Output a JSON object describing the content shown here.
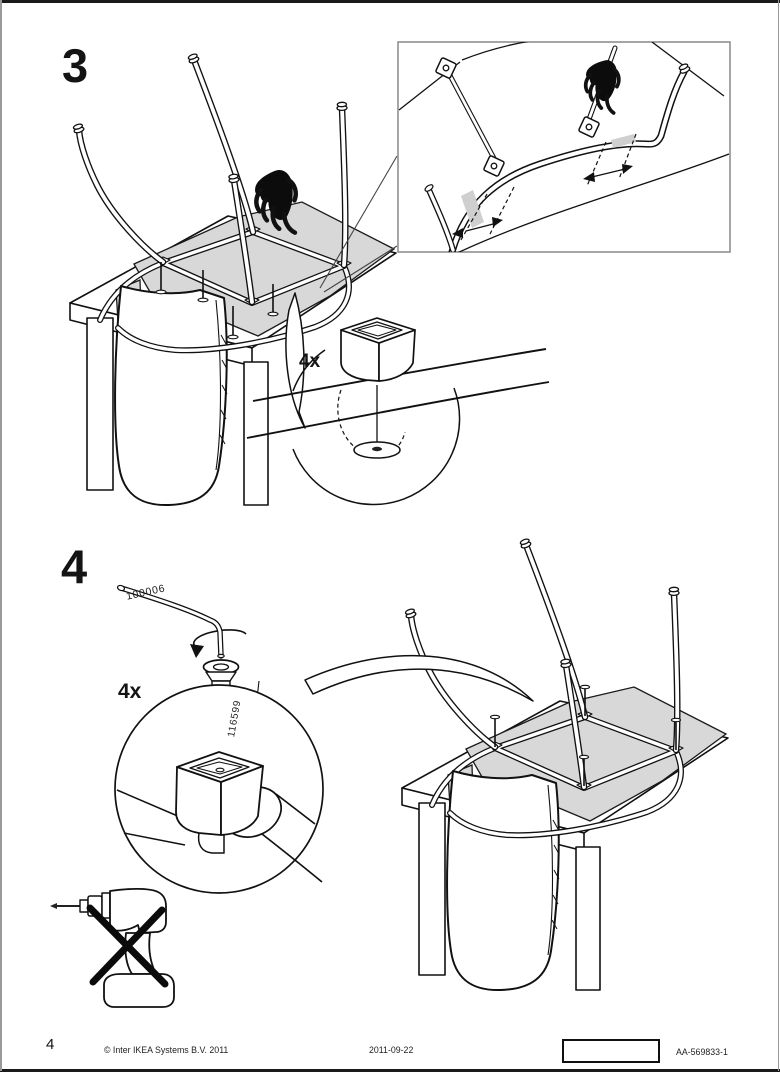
{
  "steps": [
    {
      "number": "3",
      "quantity_label": "4x"
    },
    {
      "number": "4",
      "quantity_label": "4x",
      "tool_part": "100006",
      "screw_part": "116599"
    }
  ],
  "footer": {
    "page_number": "4",
    "copyright": "© Inter IKEA Systems B.V. 2011",
    "date": "2011-09-22",
    "doc_code": "AA-569833-1"
  },
  "icons": {
    "hand": "pointing-hand-icon",
    "no_drill": "power-drill-prohibited-icon",
    "allen_key": "allen-key-icon",
    "screw": "countersunk-screw-icon",
    "rotation": "turn-clockwise-arrow-icon"
  },
  "colors": {
    "line": "#111111",
    "shade": "#d8d8d8",
    "inset_border": "#8f8f8f",
    "page_border": "#1a1a1a"
  }
}
